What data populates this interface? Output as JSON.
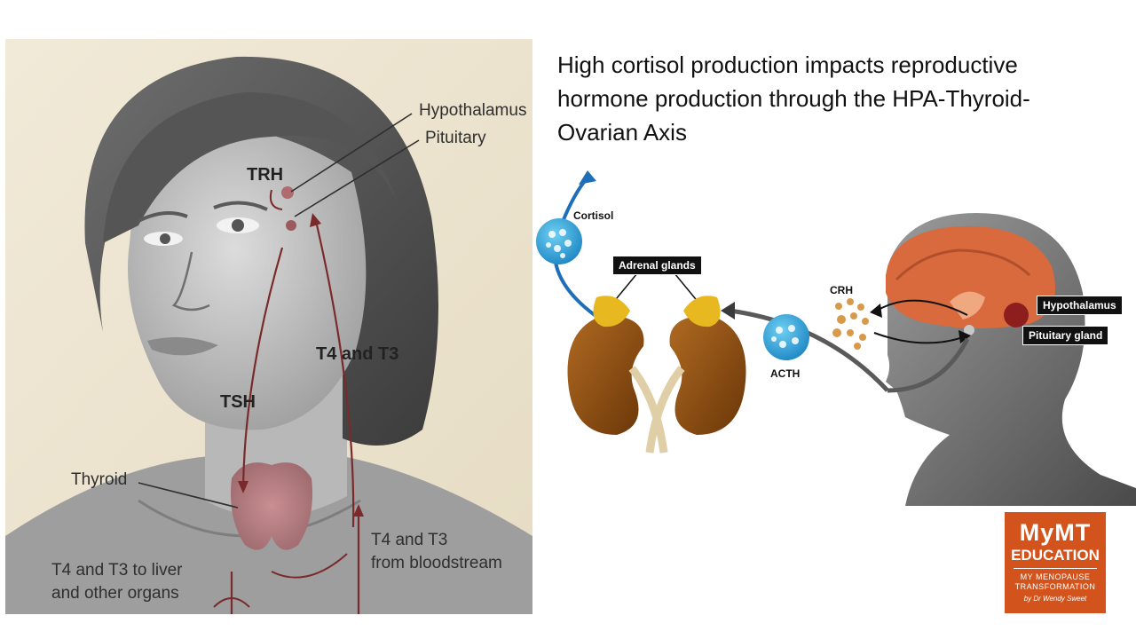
{
  "left_panel": {
    "labels": {
      "hypothalamus": "Hypothalamus",
      "pituitary": "Pituitary",
      "trh": "TRH",
      "t4_t3_up": "T4 and T3",
      "tsh": "TSH",
      "thyroid": "Thyroid",
      "t4_t3_bloodstream": "T4 and T3\nfrom bloodstream",
      "t4_t3_liver": "T4 and T3 to liver\nand other organs"
    }
  },
  "title": "High cortisol production impacts reproductive hormone production through the HPA-Thyroid-Ovarian Axis",
  "right_panel": {
    "labels": {
      "cortisol": "Cortisol",
      "adrenal_glands": "Adrenal glands",
      "crh": "CRH",
      "hypothalamus": "Hypothalamus",
      "pituitary_gland": "Pituitary gland",
      "acth": "ACTH"
    }
  },
  "logo": {
    "line1": "MyMT",
    "line2": "EDUCATION",
    "line3": "MY MENOPAUSE TRANSFORMATION",
    "line4": "by Dr Wendy Sweet"
  },
  "colors": {
    "arrow_dark_red": "#7a2a2a",
    "cortisol_arrow": "#1e6fb8",
    "kidney": "#8a4a12",
    "adrenal": "#e8b820",
    "logo_bg": "#d2541c"
  }
}
